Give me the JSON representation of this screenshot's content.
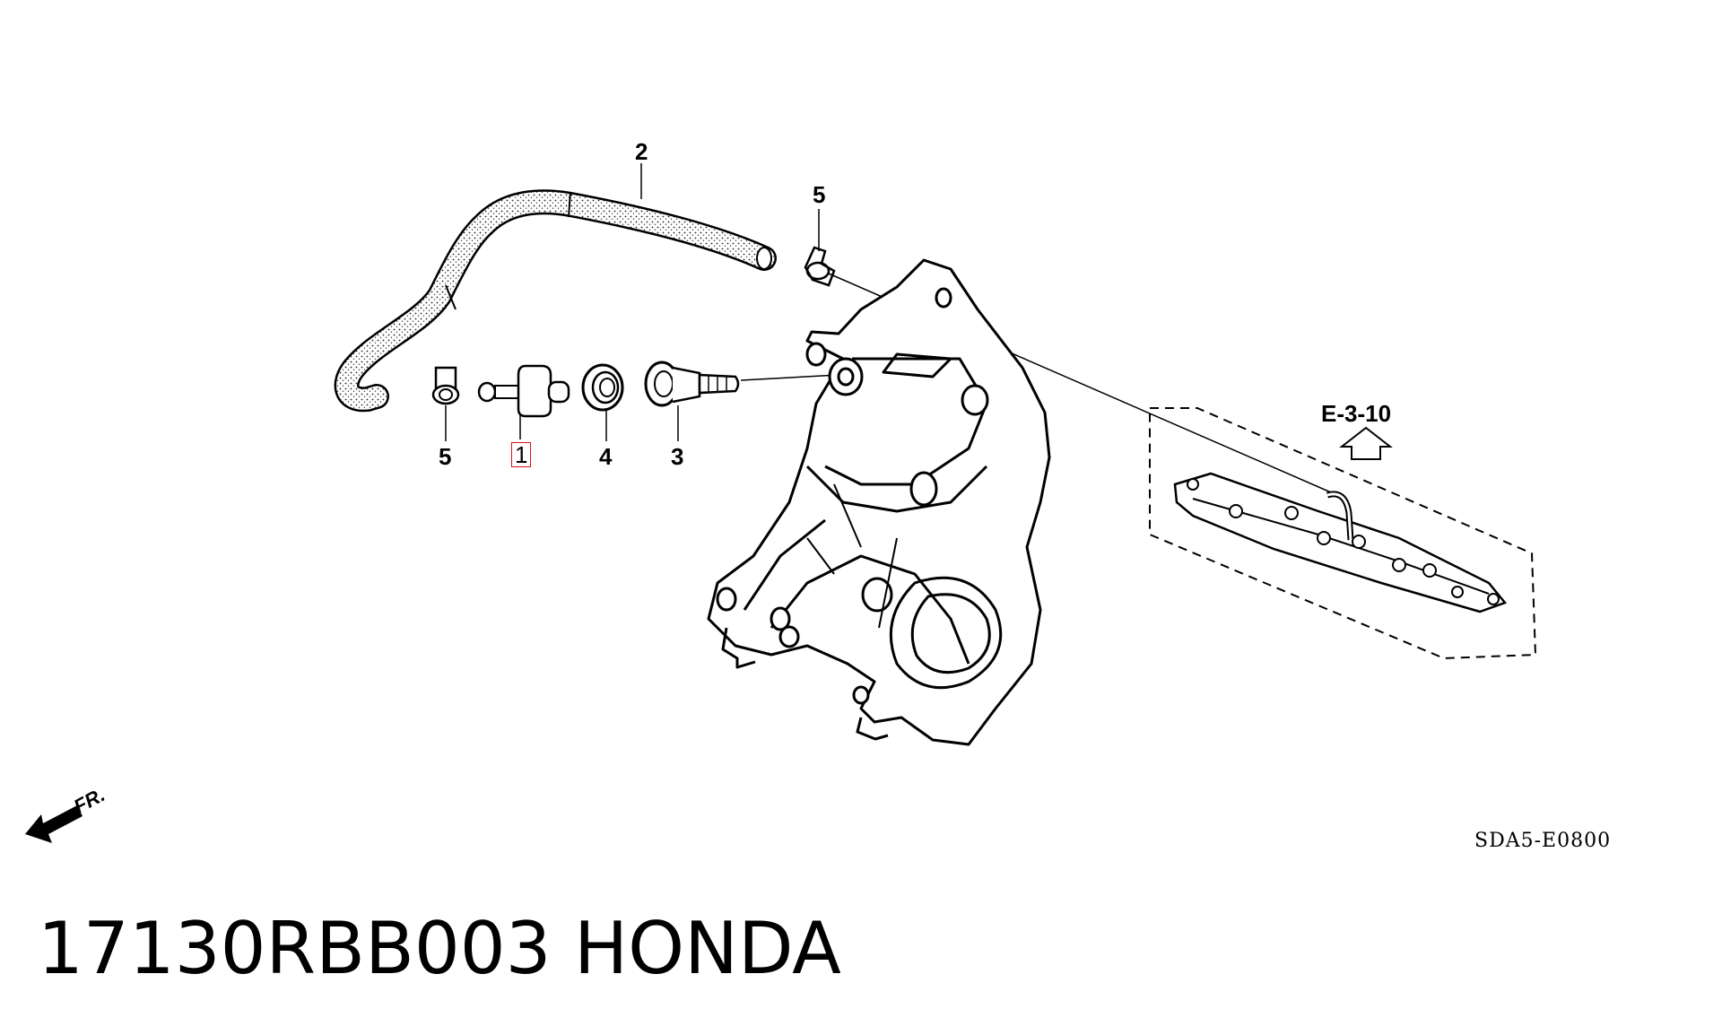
{
  "diagram": {
    "callouts": {
      "c1": "1",
      "c2": "2",
      "c3": "3",
      "c4": "4",
      "c5_top": "5",
      "c5_bottom": "5"
    },
    "reference": "E-3-10",
    "diagram_code": "SDA5-E0800",
    "front_marker": "FR.",
    "highlight_color": "#e01010"
  },
  "footer": {
    "part_number": "17130RBB003",
    "brand": "HONDA"
  },
  "icons": {
    "front_arrow": "front-direction-arrow-icon",
    "reference_arrow": "up-arrow-icon"
  }
}
